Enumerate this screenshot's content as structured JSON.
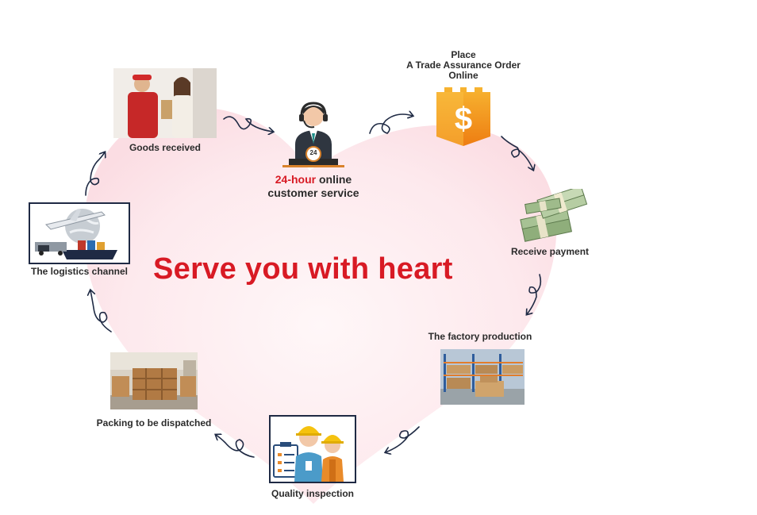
{
  "headline": "Serve you with heart",
  "customer_service": {
    "highlight": "24-hour",
    "line1_rest": " online",
    "line2": "customer service",
    "badge": "24"
  },
  "steps": {
    "place_order": [
      "Place",
      "A Trade Assurance Order",
      "Online"
    ],
    "receive_payment": "Receive payment",
    "factory_production": "The factory production",
    "quality_inspection": "Quality inspection",
    "packing": "Packing to be dispatched",
    "logistics": "The logistics channel",
    "goods_received": "Goods received"
  },
  "colors": {
    "accent_red": "#d81a24",
    "heart_pink": "#fce6ea",
    "arrow_navy": "#1f2a44",
    "shield_orange": "#f39a1c"
  }
}
